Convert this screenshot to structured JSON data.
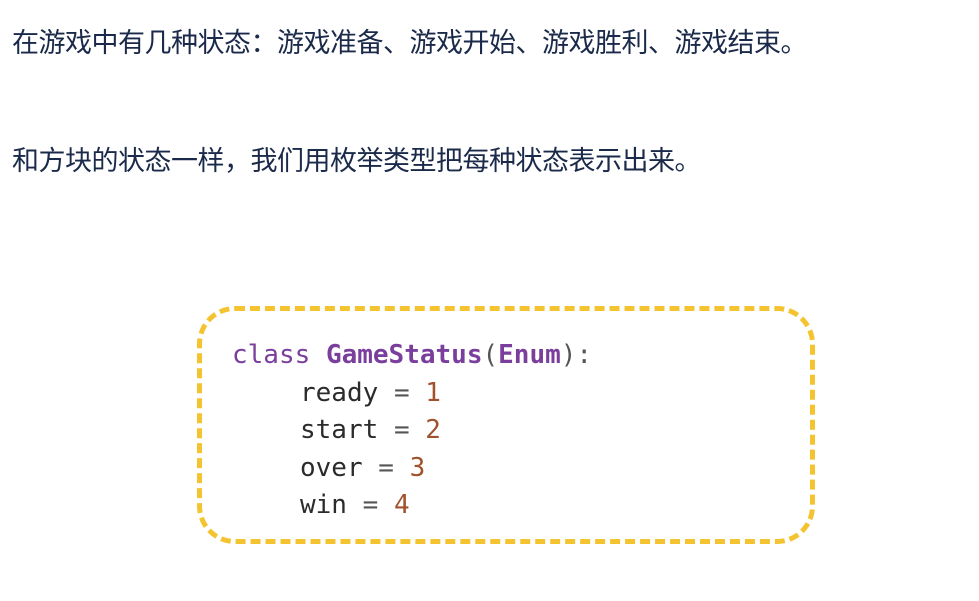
{
  "paragraphs": {
    "p1": "在游戏中有几种状态：游戏准备、游戏开始、游戏胜利、游戏结束。",
    "p2": "和方块的状态一样，我们用枚举类型把每种状态表示出来。"
  },
  "code": {
    "keyword": "class",
    "class_name": "GameStatus",
    "open_paren": "(",
    "base": "Enum",
    "close": "):",
    "members": [
      {
        "name": "ready",
        "op": "=",
        "value": "1"
      },
      {
        "name": "start",
        "op": "=",
        "value": "2"
      },
      {
        "name": "over",
        "op": "=",
        "value": "3"
      },
      {
        "name": "win",
        "op": "=",
        "value": "4"
      }
    ]
  },
  "colors": {
    "text": "#1b2a4a",
    "border_dash": "#f4c430",
    "keyword": "#7a3e9d",
    "number": "#a0522d"
  }
}
